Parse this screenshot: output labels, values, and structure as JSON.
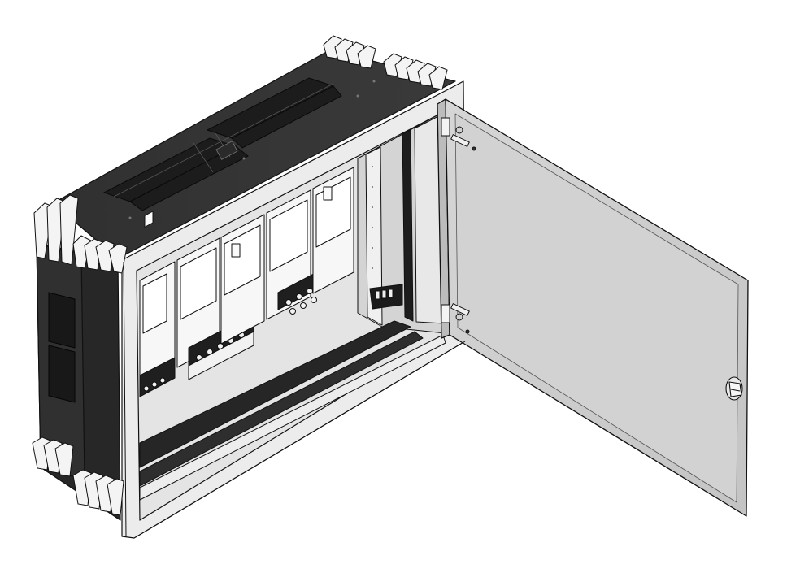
{
  "colors": {
    "background": "#ffffff",
    "enclosure_dark": "#2b2b2b",
    "enclosure_top": "#353535",
    "enclosure_side": "#262626",
    "panel_slot": "#1a1a1a",
    "frame_light": "#ececec",
    "frame_mid": "#d9d9d9",
    "interior_back": "#e6e6e6",
    "door_face": "#cfcfcf",
    "door_edge": "#bdbdbd",
    "module_white": "#f6f6f6",
    "rail_dark": "#2a2a2a",
    "fin_light": "#f2f2f2",
    "outline": "#111111"
  },
  "parts": {
    "enclosure": "flush-mount-enclosure",
    "door": "hinged-door-open",
    "lock": "door-lock-icon",
    "hinges": [
      "upper-hinge-icon",
      "lower-hinge-icon"
    ],
    "modules": [
      "module-1",
      "module-2",
      "module-3",
      "module-4",
      "module-5"
    ],
    "fin_clusters": [
      "top-left-fins",
      "top-right-fins",
      "bottom-left-fins",
      "bottom-mid-fins"
    ]
  }
}
